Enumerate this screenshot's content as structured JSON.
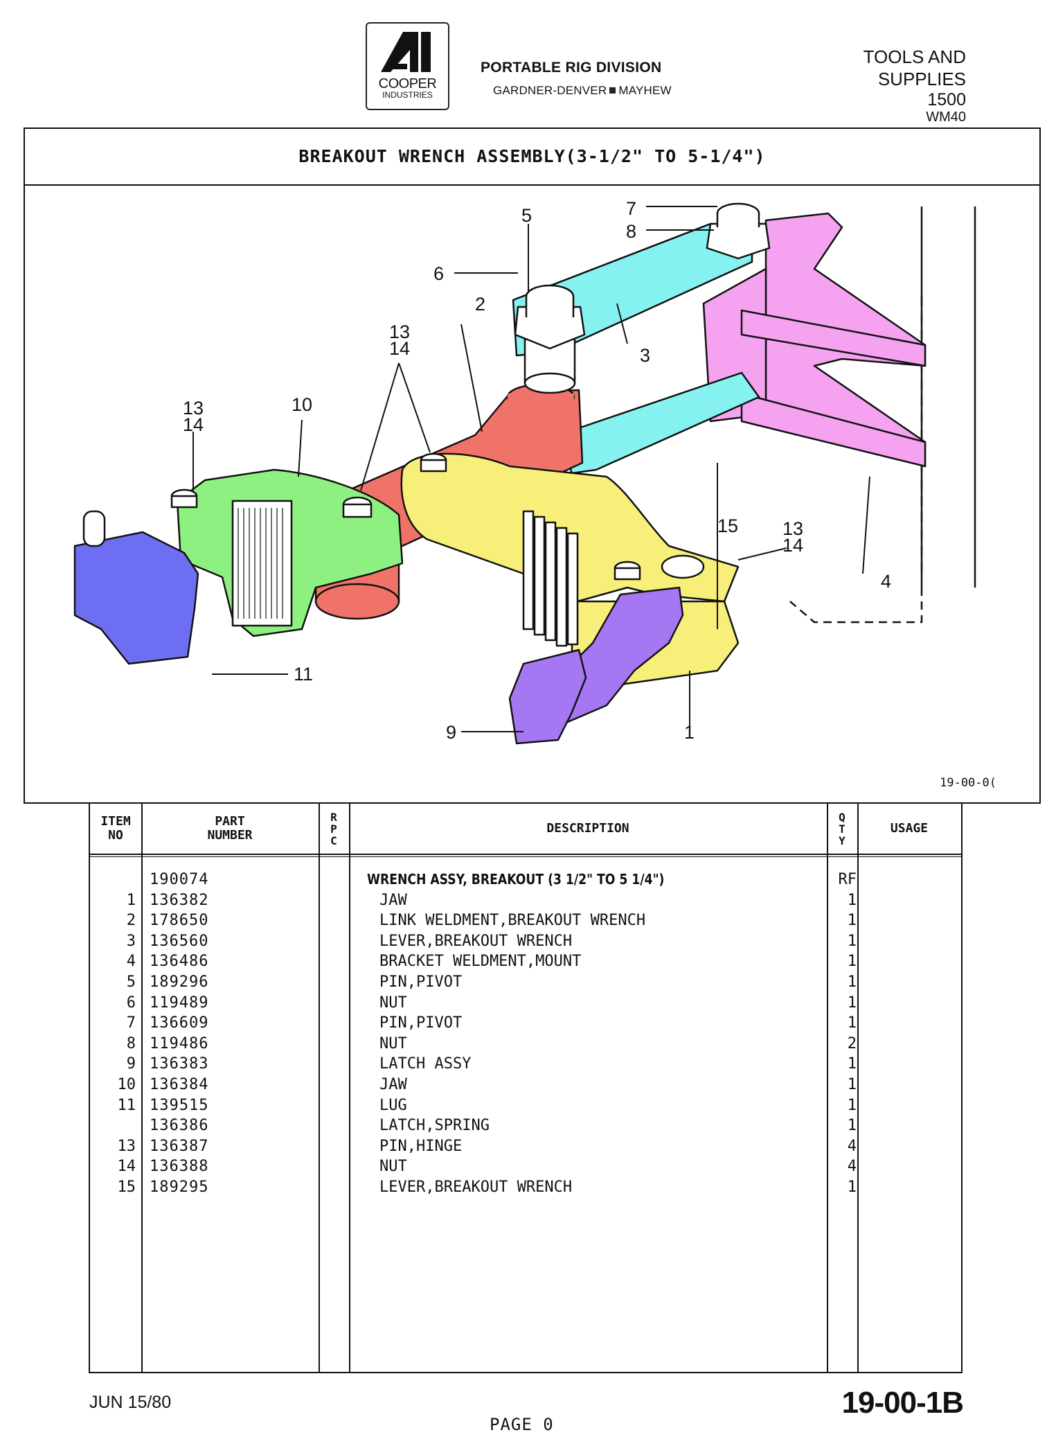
{
  "header": {
    "logo_name": "COOPER",
    "logo_sub": "INDUSTRIES",
    "division": "PORTABLE RIG DIVISION",
    "brand_1": "GARDNER-DENVER",
    "brand_2": "MAYHEW",
    "section_line1": "TOOLS AND",
    "section_line2": "SUPPLIES",
    "model": "1500",
    "model_code": "WM40"
  },
  "figure": {
    "title": "BREAKOUT WRENCH ASSEMBLY(3-1/2\" TO 5-1/4\")",
    "reference": "19-00-0(",
    "callouts": {
      "c1": "1",
      "c2": "2",
      "c3": "3",
      "c4": "4",
      "c5": "5",
      "c6": "6",
      "c7": "7",
      "c8": "8",
      "c9": "9",
      "c10": "10",
      "c11": "11",
      "c15": "15",
      "c13": "13",
      "c14": "14"
    },
    "part_colors": {
      "jaw_item1": "#f7ef7a",
      "link_weldment": "#f0736a",
      "lever": "#86f2f0",
      "bracket": "#f5a2f0",
      "latch": "#a677f2",
      "jaw_item10": "#8ef080",
      "lug": "#6e6ef2"
    }
  },
  "table": {
    "headers": {
      "item": "ITEM\nNO",
      "part": "PART\nNUMBER",
      "rpc": "R\nP\nC",
      "description": "DESCRIPTION",
      "qty": "Q\nT\nY",
      "usage": "USAGE"
    },
    "rows": [
      {
        "item": "",
        "part": "190074",
        "description": "WRENCH ASSY, BREAKOUT (3 1/2\" TO 5 1/4\")",
        "qty": "RF"
      },
      {
        "item": "1",
        "part": "136382",
        "description": "JAW",
        "qty": "1"
      },
      {
        "item": "2",
        "part": "178650",
        "description": "LINK WELDMENT,BREAKOUT WRENCH",
        "qty": "1"
      },
      {
        "item": "3",
        "part": "136560",
        "description": "LEVER,BREAKOUT WRENCH",
        "qty": "1"
      },
      {
        "item": "4",
        "part": "136486",
        "description": "BRACKET WELDMENT,MOUNT",
        "qty": "1"
      },
      {
        "item": "5",
        "part": "189296",
        "description": "PIN,PIVOT",
        "qty": "1"
      },
      {
        "item": "6",
        "part": "119489",
        "description": "NUT",
        "qty": "1"
      },
      {
        "item": "7",
        "part": "136609",
        "description": "PIN,PIVOT",
        "qty": "1"
      },
      {
        "item": "8",
        "part": "119486",
        "description": "NUT",
        "qty": "2"
      },
      {
        "item": "9",
        "part": "136383",
        "description": "LATCH ASSY",
        "qty": "1"
      },
      {
        "item": "10",
        "part": "136384",
        "description": "JAW",
        "qty": "1"
      },
      {
        "item": "11",
        "part": "139515",
        "description": "LUG",
        "qty": "1"
      },
      {
        "item": "",
        "part": "136386",
        "description": "LATCH,SPRING",
        "qty": "1"
      },
      {
        "item": "13",
        "part": "136387",
        "description": "PIN,HINGE",
        "qty": "4"
      },
      {
        "item": "14",
        "part": "136388",
        "description": "NUT",
        "qty": "4"
      },
      {
        "item": "15",
        "part": "189295",
        "description": "LEVER,BREAKOUT WRENCH",
        "qty": "1"
      }
    ]
  },
  "footer": {
    "date": "JUN 15/80",
    "page": "PAGE 0",
    "code": "19-00-1B"
  }
}
